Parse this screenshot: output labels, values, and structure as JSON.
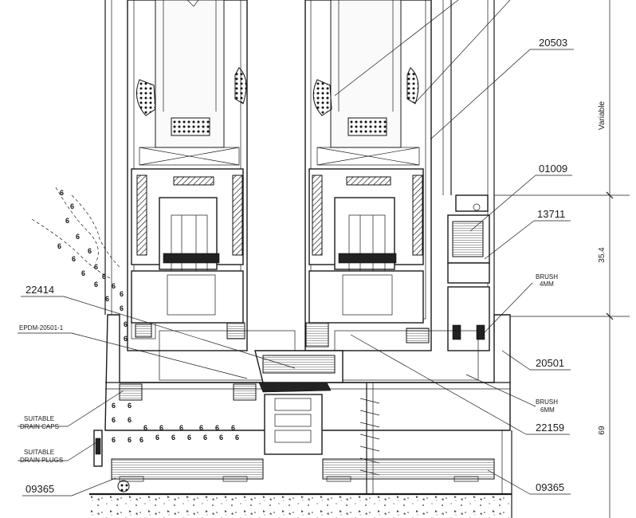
{
  "labels": {
    "p20503": "20503",
    "p01009": "01009",
    "p13711": "13711",
    "brush4_line1": "BRUSH",
    "brush4_line2": "4MM",
    "p20501": "20501",
    "p22414": "22414",
    "epdm": "EPDM-20501-1",
    "brush6_line1": "BRUSH",
    "brush6_line2": "6MM",
    "p22159": "22159",
    "drain_caps_line1": "SUITABLE",
    "drain_caps_line2": "DRAIN CAPS",
    "drain_plugs_line1": "SUITABLE",
    "drain_plugs_line2": "DRAIN PLUGS",
    "p09365_left": "09365",
    "p09365_right": "09365"
  },
  "dimensions": {
    "variable": "Variable",
    "d35_4": "35.4",
    "d69": "69"
  },
  "water_symbol": "6"
}
